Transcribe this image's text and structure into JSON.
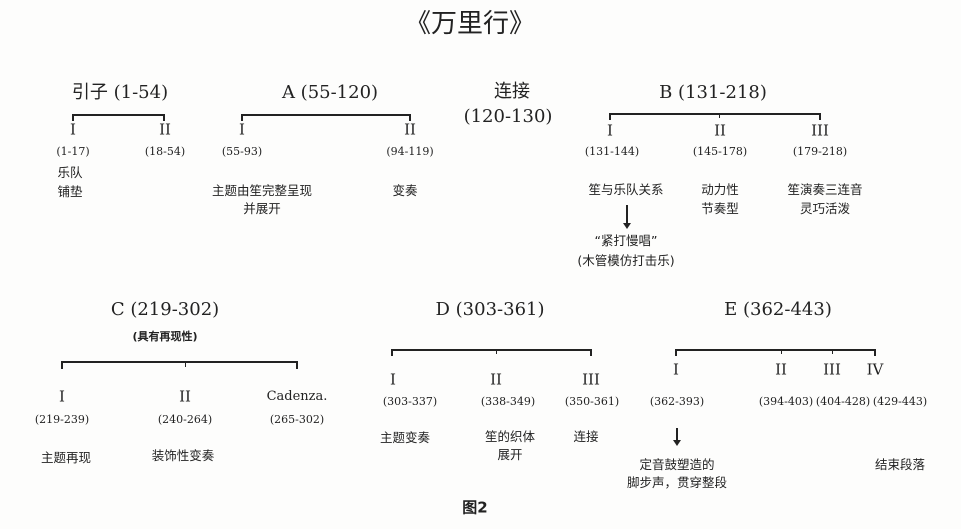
{
  "title": "《万里行》",
  "caption": "图2",
  "intro": {
    "heading": "引子 (1-54)",
    "parts": [
      {
        "num": "I",
        "range": "(1-17)",
        "desc": [
          "乐队",
          "铺垫"
        ]
      },
      {
        "num": "II",
        "range": "(18-54)"
      }
    ]
  },
  "A": {
    "heading": "A (55-120)",
    "parts": [
      {
        "num": "I",
        "range": "(55-93)",
        "desc": [
          "主题由笙完整呈现",
          "并展开"
        ]
      },
      {
        "num": "II",
        "range": "(94-119)",
        "desc": [
          "变奏"
        ]
      }
    ]
  },
  "link": {
    "heading": "连接",
    "range": "(120-130)"
  },
  "B": {
    "heading": "B (131-218)",
    "parts": [
      {
        "num": "I",
        "range": "(131-144)",
        "desc": [
          "笙与乐队关系"
        ],
        "sub": [
          "“紧打慢唱”",
          "(木管模仿打击乐)"
        ]
      },
      {
        "num": "II",
        "range": "(145-178)",
        "desc": [
          "动力性",
          "节奏型"
        ]
      },
      {
        "num": "III",
        "range": "(179-218)",
        "desc": [
          "笙演奏三连音",
          "灵巧活泼"
        ]
      }
    ]
  },
  "C": {
    "heading": "C (219-302)",
    "note": "(具有再现性)",
    "parts": [
      {
        "num": "I",
        "range": "(219-239)",
        "desc": [
          "主题再现"
        ]
      },
      {
        "num": "II",
        "range": "(240-264)",
        "desc": [
          "装饰性变奏"
        ]
      },
      {
        "num": "Cadenza.",
        "range": "(265-302)"
      }
    ]
  },
  "D": {
    "heading": "D (303-361)",
    "parts": [
      {
        "num": "I",
        "range": "(303-337)",
        "desc": [
          "主题变奏"
        ]
      },
      {
        "num": "II",
        "range": "(338-349)",
        "desc": [
          "笙的织体",
          "展开"
        ]
      },
      {
        "num": "III",
        "range": "(350-361)",
        "desc": [
          "连接"
        ]
      }
    ]
  },
  "E": {
    "heading": "E (362-443)",
    "parts": [
      {
        "num": "I",
        "range": "(362-393)",
        "desc": [
          "定音鼓塑造的",
          "脚步声，贯穿整段"
        ]
      },
      {
        "num": "II",
        "range": "(394-403)"
      },
      {
        "num": "III",
        "range": "(404-428)"
      },
      {
        "num": "IV",
        "range": "(429-443)",
        "desc": [
          "结束段落"
        ]
      }
    ]
  }
}
